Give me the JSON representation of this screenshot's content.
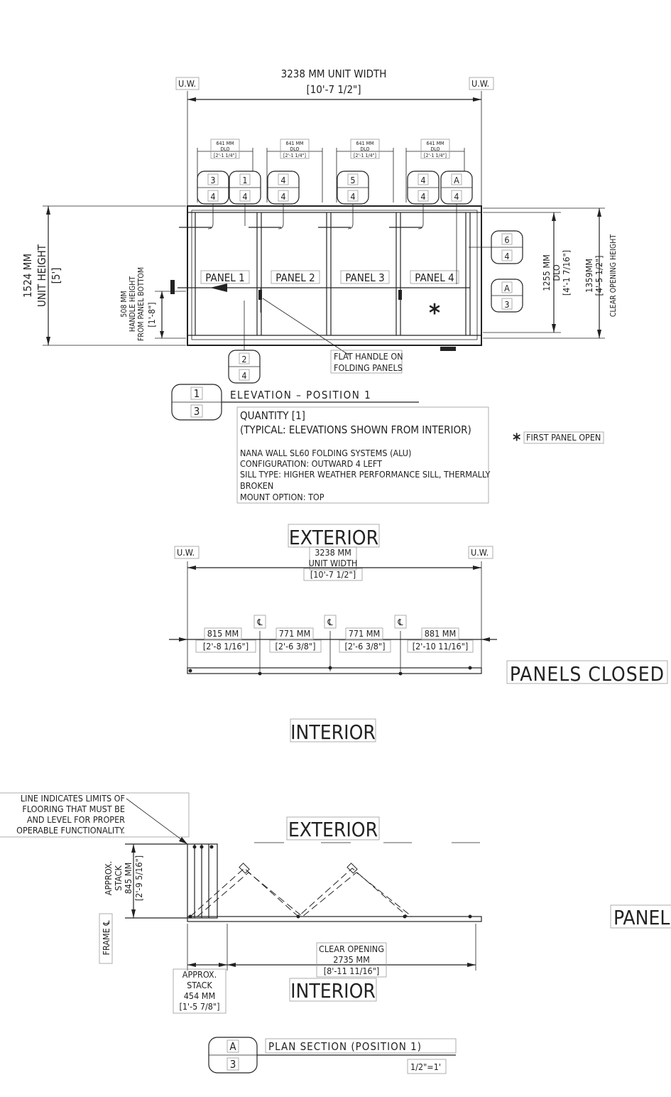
{
  "elevation": {
    "uw_left": "U.W.",
    "uw_right": "U.W.",
    "unit_width_mm": "3238 MM UNIT WIDTH",
    "unit_width_in": "[10'-7 1/2\"]",
    "dlo_mm": "641 MM",
    "dlo_label": "DLO",
    "dlo_in": "[2'-1 1/4\"]",
    "unit_height_mm": "1524 MM",
    "unit_height_label": "UNIT HEIGHT",
    "unit_height_in": "[5']",
    "handle_mm": "508 MM",
    "handle_l1": "HANDLE HEIGHT",
    "handle_l2": "FROM PANEL BOTTOM",
    "handle_in": "[1'-8\"]",
    "panels": [
      "PANEL 1",
      "PANEL 2",
      "PANEL 3",
      "PANEL 4"
    ],
    "dlo_h_mm": "1255 MM",
    "dlo_h_label": "DLO",
    "dlo_h_in": "[4'-1 7/16\"]",
    "clear_h_mm": "1359MM",
    "clear_h_in": "[4'-5 1/2\"]",
    "clear_h_label": "CLEAR OPENING HEIGHT",
    "flat_handle_1": "FLAT HANDLE ON",
    "flat_handle_2": "FOLDING PANELS",
    "tags": {
      "t1": [
        "3",
        "4"
      ],
      "t2": [
        "1",
        "4"
      ],
      "t3": [
        "4",
        "4"
      ],
      "t4": [
        "5",
        "4"
      ],
      "t5": [
        "4",
        "4"
      ],
      "t6": [
        "A",
        "4"
      ],
      "t7": [
        "6",
        "4"
      ],
      "t8": [
        "A",
        "3"
      ],
      "t9": [
        "2",
        "4"
      ]
    },
    "star": "*"
  },
  "elevation_title": {
    "tag": [
      "1",
      "3"
    ],
    "title": "ELEVATION – POSITION 1"
  },
  "notes": {
    "quantity": "QUANTITY [1]",
    "typical": "(TYPICAL: ELEVATIONS SHOWN FROM INTERIOR)",
    "line1": "NANA WALL SL60 FOLDING SYSTEMS (ALU)",
    "line2": "CONFIGURATION: OUTWARD 4 LEFT",
    "line3": "SILL TYPE: HIGHER WEATHER PERFORMANCE SILL, THERMALLY",
    "line4": "BROKEN",
    "line5": "MOUNT OPTION: TOP",
    "star_note": "FIRST PANEL OPEN"
  },
  "panels_closed": {
    "exterior": "EXTERIOR",
    "interior": "INTERIOR",
    "uw_left": "U.W.",
    "uw_right": "U.W.",
    "width_mm": "3238 MM",
    "width_label": "UNIT WIDTH",
    "width_in": "[10'-7 1/2\"]",
    "cl": "℄",
    "dims": [
      {
        "mm": "815 MM",
        "in": "[2'-8 1/16\"]"
      },
      {
        "mm": "771 MM",
        "in": "[2'-6 3/8\"]"
      },
      {
        "mm": "771 MM",
        "in": "[2'-6 3/8\"]"
      },
      {
        "mm": "881 MM",
        "in": "[2'-10 11/16\"]"
      }
    ],
    "label": "PANELS CLOSED"
  },
  "plan": {
    "exterior": "EXTERIOR",
    "interior": "INTERIOR",
    "note1": "LINE INDICATES LIMITS OF",
    "note2": "FLOORING THAT MUST BE",
    "note3": "AND LEVEL FOR PROPER",
    "note4": "OPERABLE FUNCTIONALITY.",
    "stack_v1": "APPROX.",
    "stack_v2": "STACK",
    "stack_v3": "845 MM",
    "stack_v4": "[2'-9 5/16\"]",
    "frame_cl": "FRAME ℄",
    "clear_label": "CLEAR OPENING",
    "clear_mm": "2735 MM",
    "clear_in": "[8'-11 11/16\"]",
    "stack_h1": "APPROX.",
    "stack_h2": "STACK",
    "stack_h3": "454 MM",
    "stack_h4": "[1'-5 7/8\"]",
    "right_label": "PANEL"
  },
  "plan_title": {
    "tag": [
      "A",
      "3"
    ],
    "title": "PLAN SECTION (POSITION 1)",
    "scale": "1/2\"=1'"
  }
}
